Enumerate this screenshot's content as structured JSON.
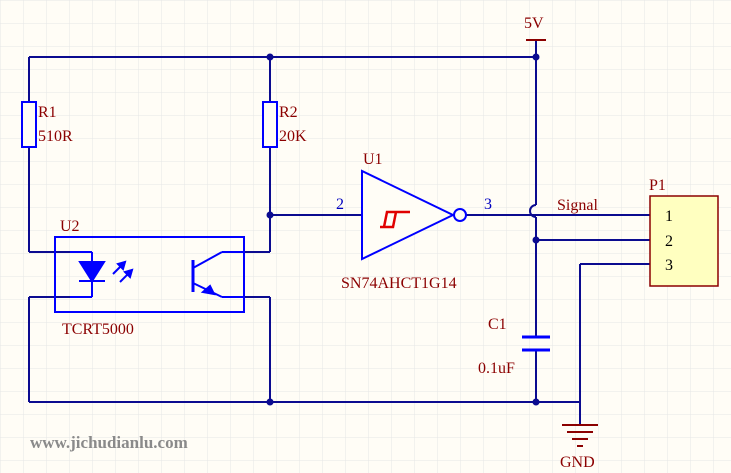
{
  "schematic": {
    "power_label": "5V",
    "ground_label": "GND",
    "watermark": "www.jichudianlu.com",
    "colors": {
      "wire": "#0b0b90",
      "component": "#0000ff",
      "label": "#8b0000",
      "pin_number": "#0000c0",
      "grid": "#e6e6e6",
      "schmitt_symbol": "#e00000",
      "connector_fill": "#ffffc0",
      "watermark": "#8a8a8a"
    },
    "components": {
      "r1": {
        "designator": "R1",
        "value": "510R"
      },
      "r2": {
        "designator": "R2",
        "value": "20K"
      },
      "u1": {
        "designator": "U1",
        "part": "SN74AHCT1G14",
        "pin_in": "2",
        "pin_out": "3"
      },
      "u2": {
        "designator": "U2",
        "part": "TCRT5000"
      },
      "c1": {
        "designator": "C1",
        "value": "0.1uF"
      },
      "p1": {
        "designator": "P1",
        "pins": [
          "1",
          "2",
          "3"
        ]
      }
    },
    "net_labels": {
      "signal": "Signal"
    }
  }
}
